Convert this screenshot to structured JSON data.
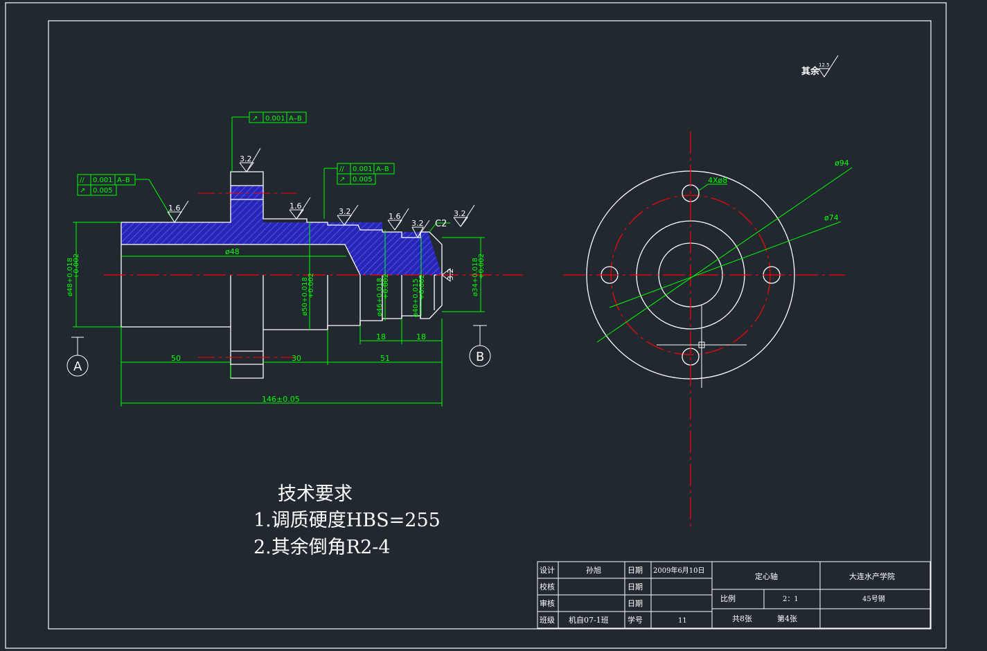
{
  "colors": {
    "background": "#212830",
    "outline": "#ffffff",
    "dimension": "#00ff00",
    "centerline": "#ff0000",
    "hatch": "#2626b8"
  },
  "roughness_general": {
    "label": "其余",
    "value": "12.5"
  },
  "tolerances": {
    "upper": {
      "symbol": "↗",
      "value": "0.001",
      "datum": "A–B"
    },
    "left_row1": {
      "symbol": "//",
      "value": "0.001",
      "datum": "A–B"
    },
    "left_row2": {
      "symbol": "↗",
      "value": "0.005"
    },
    "right_row1": {
      "symbol": "//",
      "value": "0.001",
      "datum": "A–B"
    },
    "right_row2": {
      "symbol": "↗",
      "value": "0.005"
    }
  },
  "roughness": {
    "r1": "3.2",
    "r2": "1.6",
    "r3": "1.6",
    "r4": "3.2",
    "r5": "1.6",
    "r6": "3.2",
    "r7": "3.2",
    "r8": "3.2"
  },
  "chamfer": "C2",
  "dimensions": {
    "d48_inner": "ø48",
    "d48_tol": "ø48+0.018\n+0.002",
    "d50_tol": "ø50+0.018\n+0.002",
    "d46_tol": "ø46+0.018\n+0.002",
    "d40_tol": "ø40+0.015\n+0.002",
    "d34_tol": "ø34+0.018\n+0.002",
    "len50": "50",
    "len30": "30",
    "len51": "51",
    "len18a": "18",
    "len18b": "18",
    "total": "146±0.05",
    "d94": "ø94",
    "d74": "ø74",
    "holes": "4Xø8"
  },
  "datums": {
    "a": "A",
    "b": "B"
  },
  "requirements": {
    "title": "技术要求",
    "item1": "1.调质硬度HBS=255",
    "item2": "2.其余倒角R2-4"
  },
  "title_block": {
    "design_label": "设计",
    "designer": "孙旭",
    "date_label": "日期",
    "date": "2009年6月10日",
    "check_label": "校核",
    "check_date_label": "日期",
    "review_label": "审核",
    "review_date_label": "日期",
    "class_label": "班级",
    "class_value": "机自07-1班",
    "id_label": "学号",
    "id_value": "11",
    "part_name": "定心轴",
    "school": "大连水产学院",
    "scale_label": "比例",
    "scale_value": "2：1",
    "material": "45号钢",
    "sheets_total": "共8张",
    "sheet_no": "第4张"
  }
}
